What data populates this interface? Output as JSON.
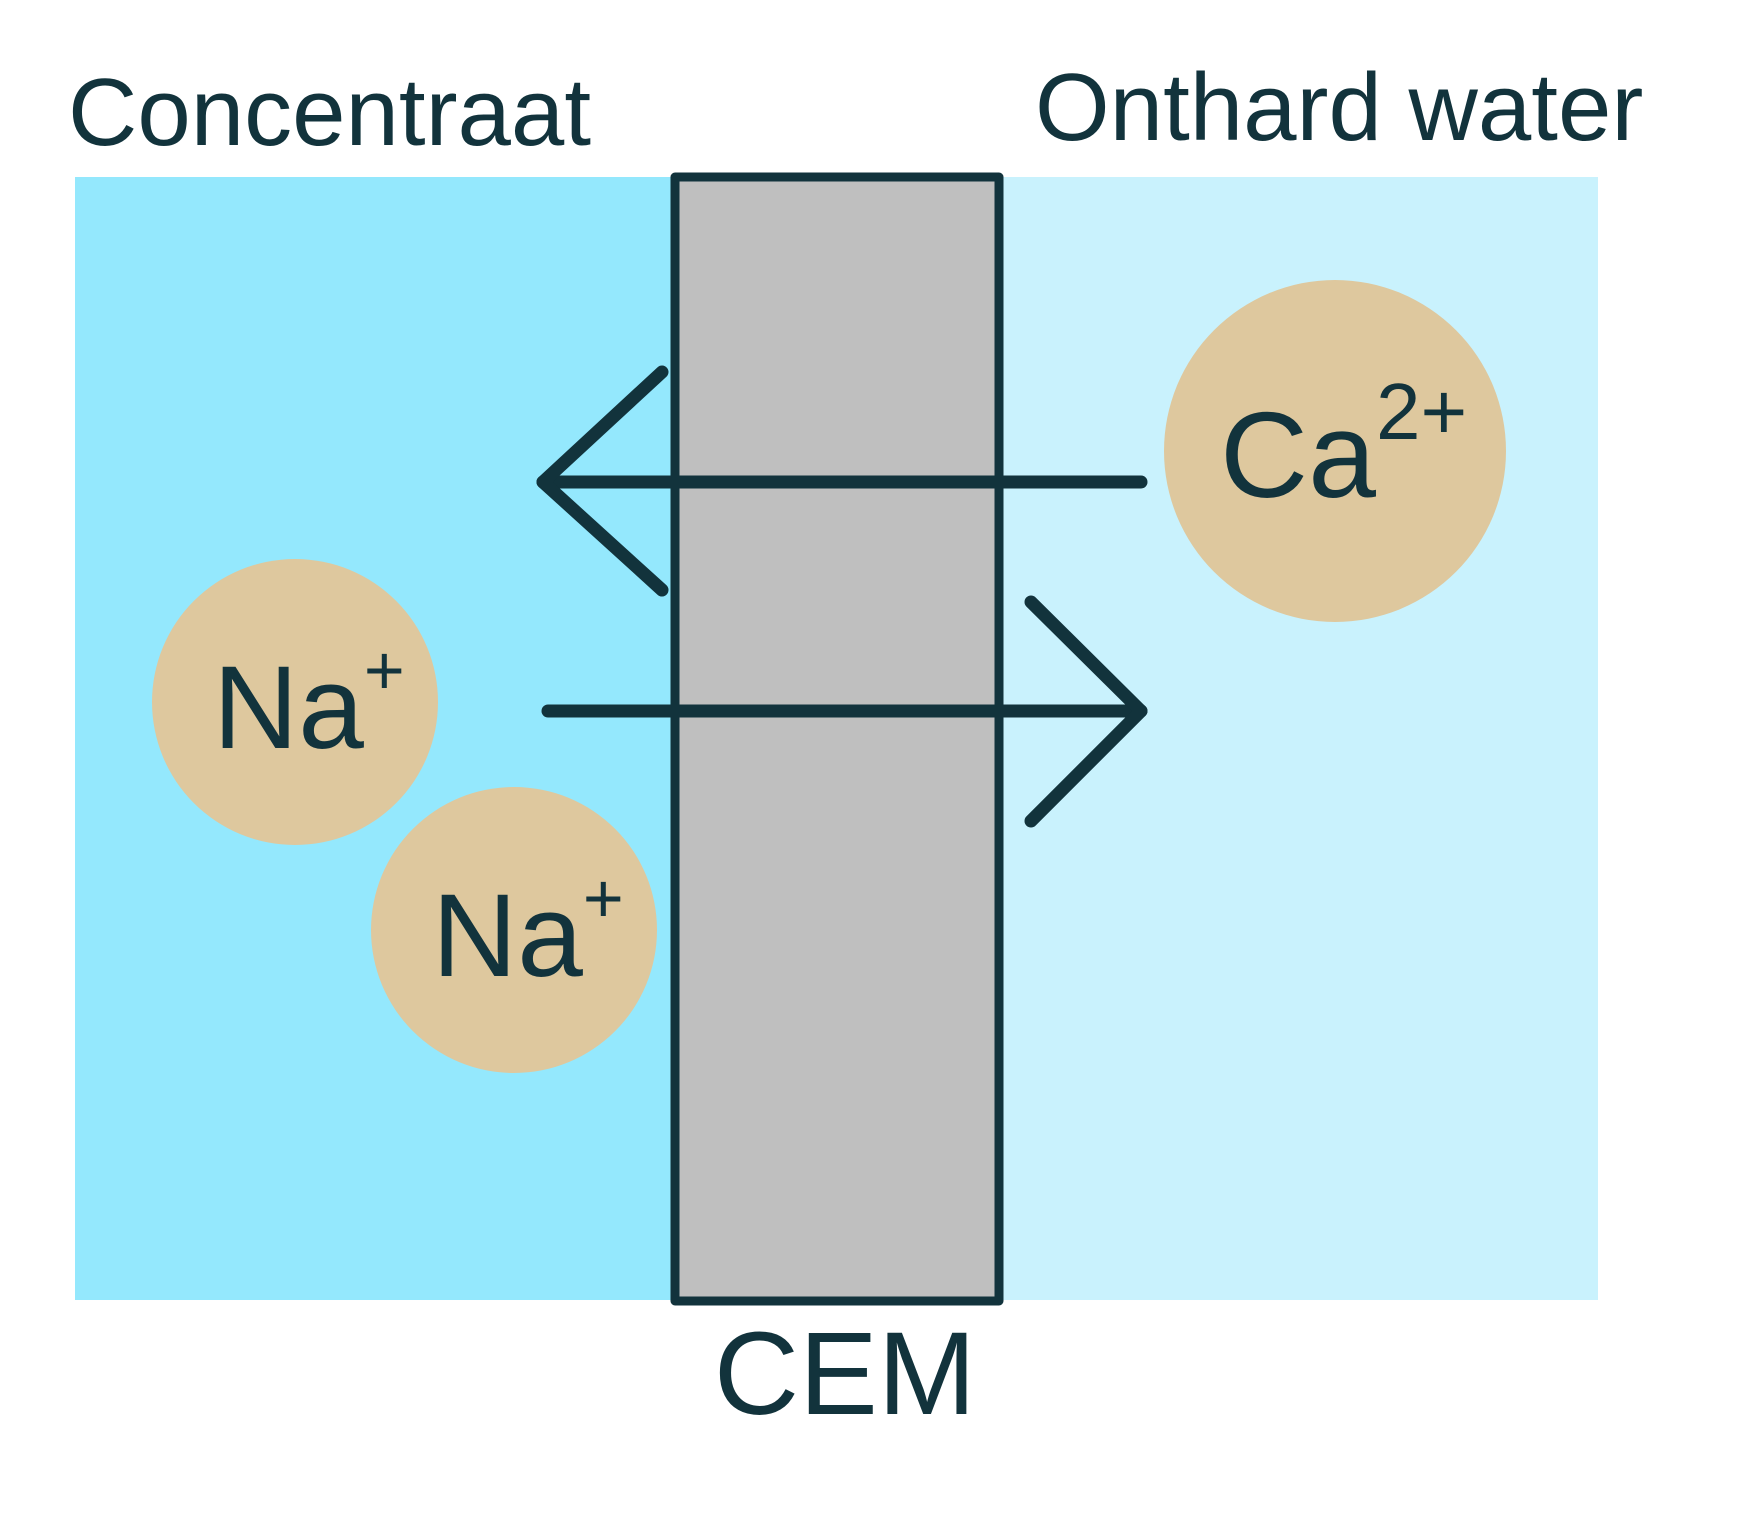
{
  "labels": {
    "left_region": "Concentraat",
    "right_region": "Onthard water",
    "membrane": "CEM"
  },
  "ions": [
    {
      "id": "ca",
      "symbol": "Ca",
      "charge": "2+"
    },
    {
      "id": "na1",
      "symbol": "Na",
      "charge": "+"
    },
    {
      "id": "na2",
      "symbol": "Na",
      "charge": "+"
    }
  ],
  "colors": {
    "left_water": "#94e8fd",
    "right_water": "#c9f2fd",
    "membrane_fill": "#bfbfbf",
    "outline": "#12333c",
    "ion_fill": "#dec89e",
    "text": "#12333c"
  }
}
